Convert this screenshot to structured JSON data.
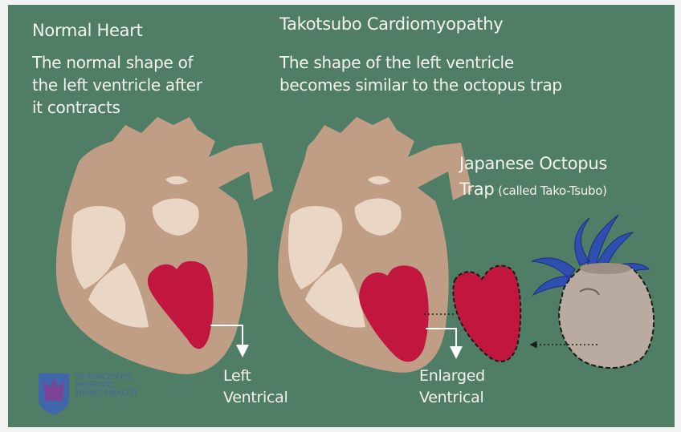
{
  "normal": {
    "title": "Normal Heart",
    "desc_lines": [
      "The normal shape of",
      "the left ventricle after",
      "it contracts"
    ],
    "label_lines": [
      "Left",
      "Ventrical"
    ]
  },
  "takotsubo": {
    "title": "Takotsubo Cardiomyopathy",
    "desc_lines": [
      "The shape of the left ventricle",
      "becomes similar to the octopus trap"
    ],
    "label_lines": [
      "Enlarged",
      "Ventrical"
    ]
  },
  "trap": {
    "title_line1": "Japanese Octopus",
    "title_word": "Trap",
    "title_note": "(called Tako-Tsubo)"
  },
  "logo": {
    "lines": [
      "ST VINCENT'S",
      "HOSPITAL",
      "HEART HEALTH"
    ]
  },
  "colors": {
    "background": "#4f7d65",
    "heart": "#c09d85",
    "heart_chamber": "#ead6c5",
    "ventricle": "#c1173f",
    "tentacles": "#2f4fb0",
    "pot": "#b9ab9f"
  }
}
